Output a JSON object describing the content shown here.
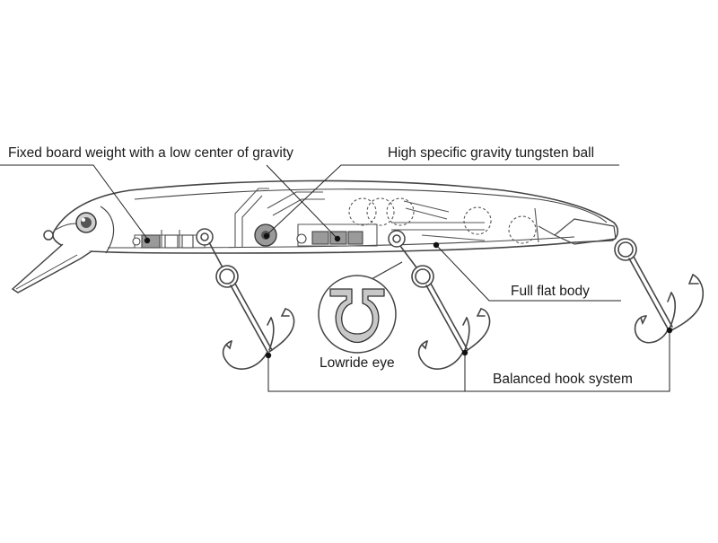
{
  "labels": {
    "board_weight": "Fixed board weight with a low center of gravity",
    "tungsten_ball": "High specific gravity tungsten ball",
    "flat_body": "Full flat body",
    "lowride_eye": "Lowride eye",
    "hook_system": "Balanced hook system"
  },
  "colors": {
    "outline": "#444444",
    "leader": "#222222",
    "dot": "#111111",
    "weight_fill": "#9a9a9a",
    "eye_fill": "#c8c8c8",
    "background": "#ffffff"
  }
}
